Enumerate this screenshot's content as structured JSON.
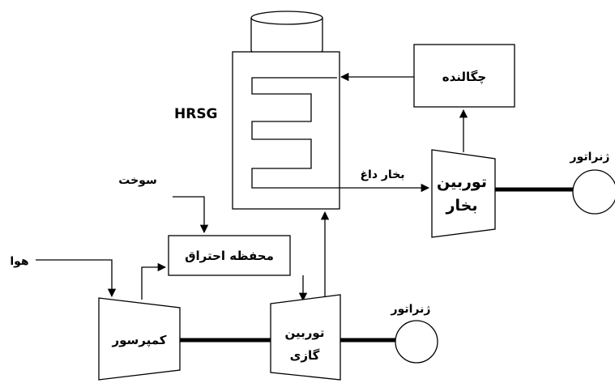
{
  "diagram": {
    "labels": {
      "hrsg": "HRSG",
      "condenser": "چگالنده",
      "steam_turbine_line1": "توربین",
      "steam_turbine_line2": "بخار",
      "generator_steam": "ژنراتور",
      "generator_gas": "ژنراتور",
      "hot_steam": "بخار داغ",
      "fuel": "سوخت",
      "air": "هوا",
      "combustion_chamber": "محفظه احتراق",
      "compressor": "کمپرسور",
      "gas_turbine_line1": "توربین",
      "gas_turbine_line2": "گازی"
    }
  }
}
